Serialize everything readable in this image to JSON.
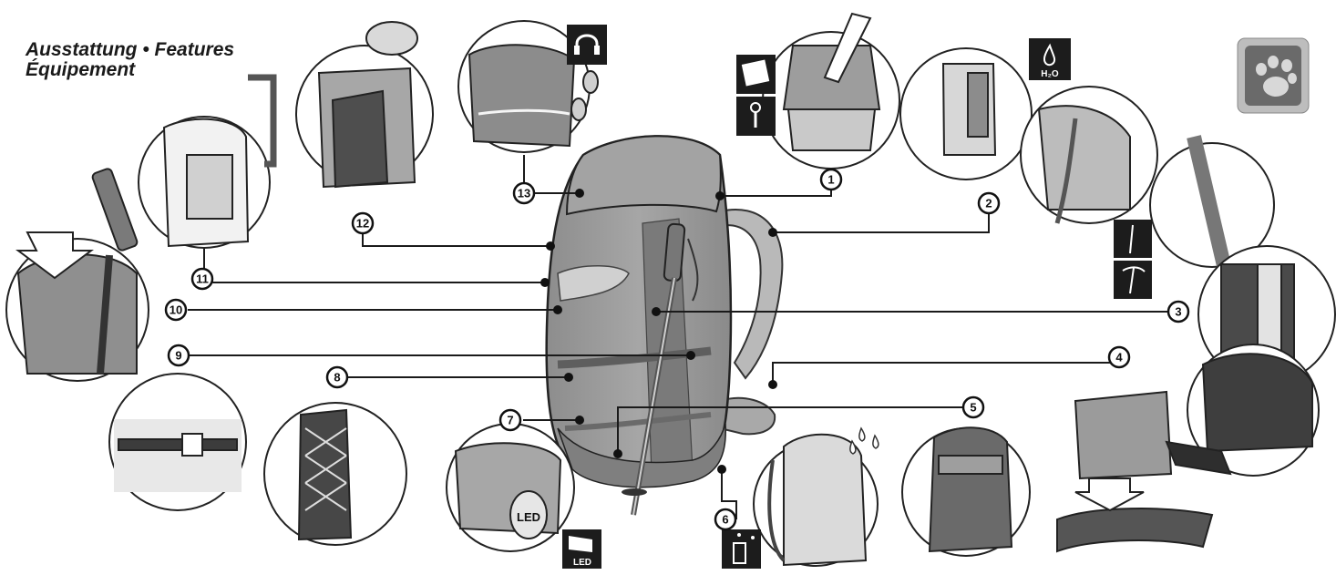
{
  "title": {
    "line1": "Ausstattung • Features",
    "line2": "Équipement"
  },
  "callouts": [
    "1",
    "2",
    "3",
    "4",
    "5",
    "6",
    "7",
    "8",
    "9",
    "10",
    "11",
    "12",
    "13"
  ],
  "icon_labels": {
    "hydration": "H₂O",
    "led": "LED",
    "led_lamp": "LED"
  },
  "icons": [
    "headphones-icon",
    "hydration-icon",
    "paw-logo-icon",
    "rain-icon",
    "trekking-pole-icon",
    "ice-axe-icon",
    "document-icon",
    "key-icon"
  ],
  "colors": {
    "pack_body": "#9a9a9a",
    "pack_dark": "#6e6e6e",
    "pack_light": "#c4c4c4",
    "line": "#1a1a1a",
    "badge": "#1c1c1c"
  }
}
